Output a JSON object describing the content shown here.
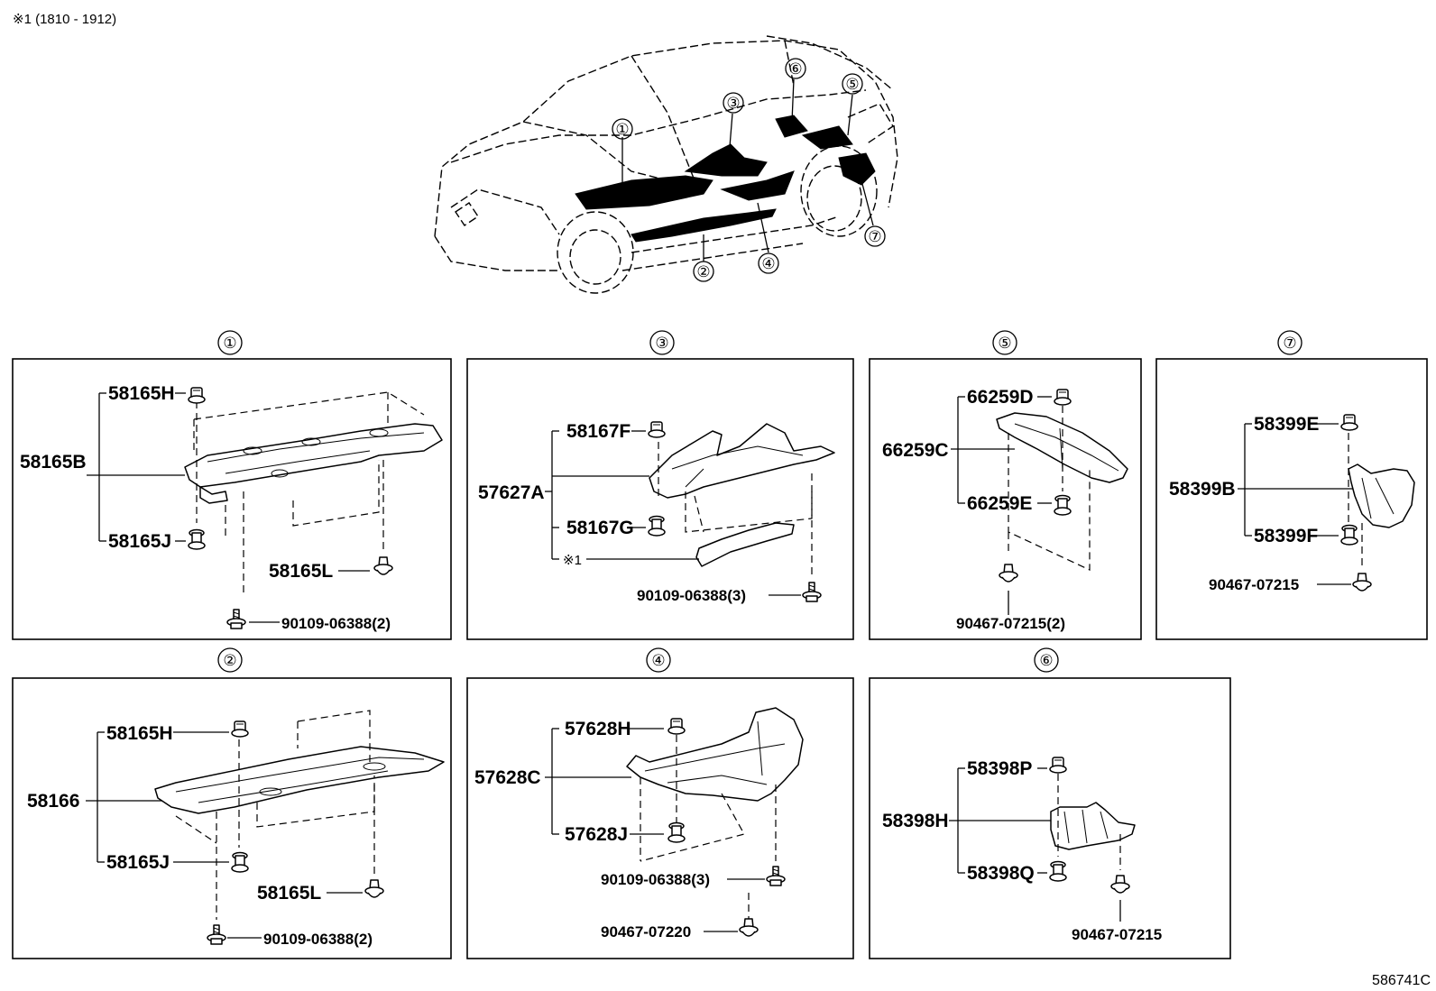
{
  "header_note": "※1 (1810 - 1912)",
  "figure_id": "586741C",
  "overview_callouts": [
    "①",
    "②",
    "③",
    "④",
    "⑤",
    "⑥",
    "⑦"
  ],
  "panels": {
    "p1": {
      "index": "①",
      "parts": [
        "58165H",
        "58165B",
        "58165J",
        "58165L",
        "90109-06388(2)"
      ]
    },
    "p2": {
      "index": "②",
      "parts": [
        "58165H",
        "58166",
        "58165J",
        "58165L",
        "90109-06388(2)"
      ]
    },
    "p3": {
      "index": "③",
      "parts": [
        "58167F",
        "57627A",
        "58167G",
        "※1",
        "90109-06388(3)"
      ]
    },
    "p4": {
      "index": "④",
      "parts": [
        "57628H",
        "57628C",
        "57628J",
        "90109-06388(3)",
        "90467-07220"
      ]
    },
    "p5": {
      "index": "⑤",
      "parts": [
        "66259D",
        "66259C",
        "66259E",
        "90467-07215(2)"
      ]
    },
    "p6": {
      "index": "⑥",
      "parts": [
        "58398P",
        "58398H",
        "58398Q",
        "90467-07215"
      ]
    },
    "p7": {
      "index": "⑦",
      "parts": [
        "58399E",
        "58399B",
        "58399F",
        "90467-07215"
      ]
    }
  }
}
